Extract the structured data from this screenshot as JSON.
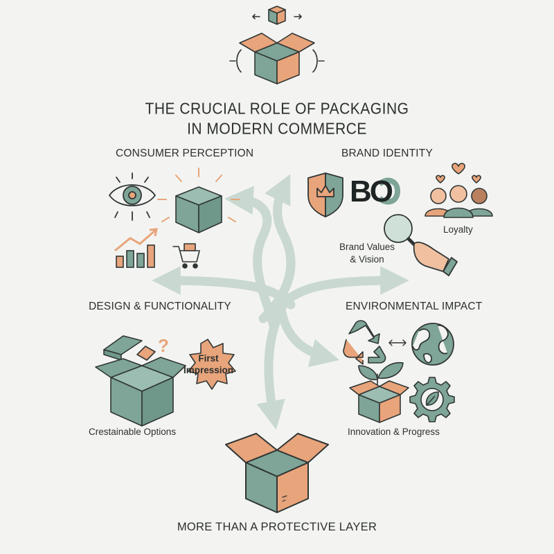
{
  "title": {
    "line1": "THE CRUCIAL ROLE OF PACKAGING",
    "line2": "IN MODERN COMMERCE"
  },
  "sections": {
    "consumer_perception": "CONSUMER PERCEPTION",
    "brand_identity": "BRAND IDENTITY",
    "design_functionality": "DESIGN & FUNCTIONALITY",
    "environmental_impact": "ENVIRONMENTAL IMPACT"
  },
  "labels": {
    "brand_letters": "BO",
    "loyalty": "Loyalty",
    "brand_values_1": "Brand Values",
    "brand_values_2": "& Vision",
    "first_impression_1": "First",
    "first_impression_2": "Impression",
    "question_mark": "?",
    "crestainable_options": "Crestainable Options",
    "innovation_progress": "Innovation & Progress",
    "bottom_caption": "MORE THAN A PROTECTIVE LAYER"
  },
  "colors": {
    "teal": "#7ea597",
    "orange": "#e8a47b",
    "outline": "#2f3534",
    "arrow": "#c9d8d0",
    "background": "#f3f4f1"
  },
  "icons": [
    "box-arrows-icon",
    "eye-icon",
    "glowing-box-icon",
    "growth-chart-icon",
    "shopping-cart-icon",
    "shield-crown-icon",
    "people-hearts-icon",
    "magnifier-hand-icon",
    "open-gift-box-icon",
    "starburst-badge-icon",
    "recycle-icon",
    "globe-icon",
    "sprout-box-icon",
    "leaf-gear-icon",
    "open-box-icon"
  ]
}
